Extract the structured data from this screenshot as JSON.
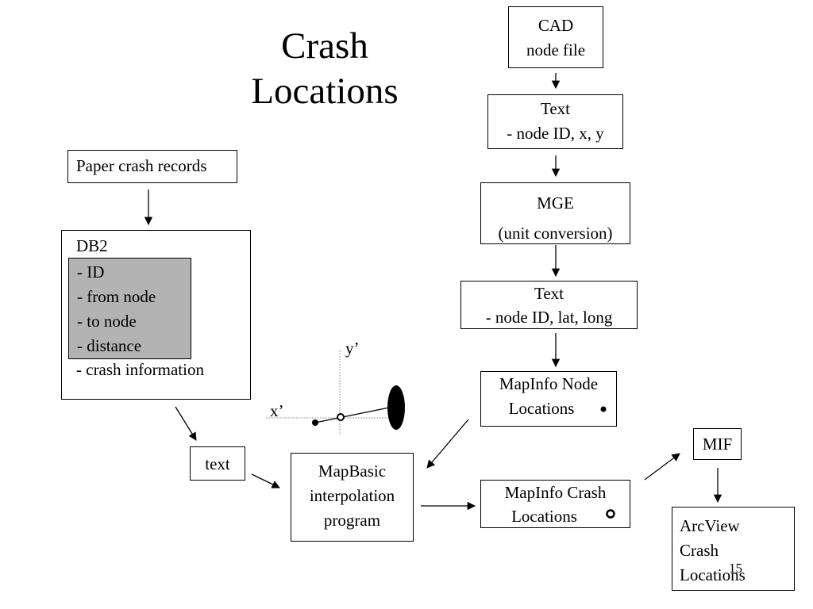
{
  "title": [
    "Crash",
    "Locations"
  ],
  "slide_number": "15",
  "boxes": {
    "cad": [
      "CAD",
      "node file"
    ],
    "text1": [
      "Text",
      "- node ID, x, y"
    ],
    "mge": [
      "MGE",
      "(unit conversion)"
    ],
    "text2": [
      "Text",
      "- node ID, lat, long"
    ],
    "mapinfo_node": [
      "MapInfo Node",
      "Locations"
    ],
    "paper": "Paper crash records",
    "db2": {
      "title": "DB2",
      "fields": [
        "- ID",
        "- from node",
        "- to node",
        "- distance"
      ],
      "extra": "- crash information"
    },
    "text_small": "text",
    "mapbasic": [
      "MapBasic",
      "interpolation",
      "program"
    ],
    "mapinfo_crash": [
      "MapInfo Crash",
      "Locations"
    ],
    "mif": "MIF",
    "arcview": [
      "ArcView",
      "Crash",
      "Locations"
    ]
  },
  "axis_labels": {
    "x": "x’",
    "y": "y’"
  }
}
